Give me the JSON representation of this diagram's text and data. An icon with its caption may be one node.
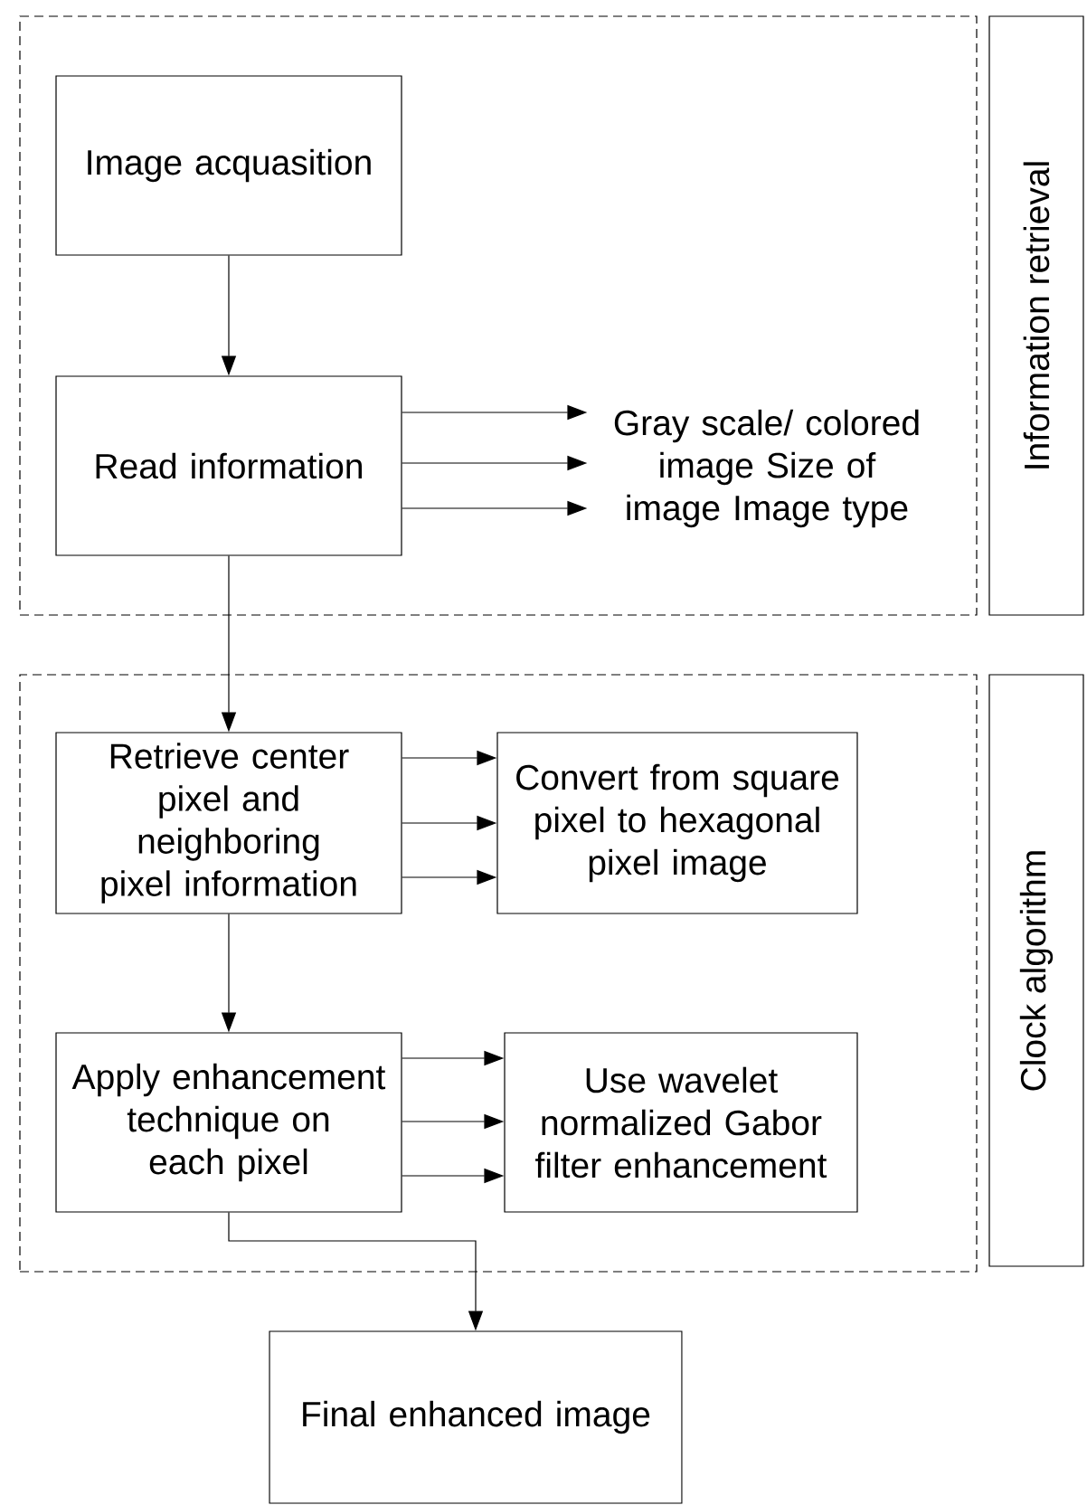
{
  "diagram": {
    "nodes": [
      {
        "text": [],
        "shape": "box"
      },
      {
        "text": [
          "Image acquasition"
        ],
        "in": 0
      },
      {
        "text": [
          "Read information"
        ],
        "in": 0
      },
      {
        "text": [
          "Gray scale/ colored image Size of image Image type"
        ],
        "in": 0
      },
      {
        "text": [
          "Information retrieval"
        ]
      },
      {
        "text": [],
        "shape": "box"
      },
      {
        "text": [
          "Retrieve center pixel and neighboring pixel information"
        ],
        "in": 5
      },
      {
        "text": [
          "Convert from square pixel  to hexagonal pixel image"
        ],
        "in": 5
      },
      {
        "text": [
          "Apply enhancement technique on each pixel"
        ],
        "in": 5
      },
      {
        "text": [
          "Use wavelet normalized Gabor filter enhancement"
        ],
        "in": 5
      },
      {
        "text": [
          "Clock algorithm"
        ]
      },
      {
        "text": [
          "Final enhanced image"
        ]
      }
    ],
    "edges": [
      {
        "from": 1,
        "to": 2,
        "arrow": "to"
      },
      {
        "from": 2,
        "to": 3,
        "arrow": "to"
      },
      {
        "from": 2,
        "to": 3,
        "arrow": "to"
      },
      {
        "from": 2,
        "to": 3,
        "arrow": "to"
      },
      {
        "from": 2,
        "to": 6,
        "arrow": "to"
      },
      {
        "from": 6,
        "to": 7,
        "arrow": "to"
      },
      {
        "from": 6,
        "to": 7,
        "arrow": "to"
      },
      {
        "from": 6,
        "to": 7,
        "arrow": "to"
      },
      {
        "from": 6,
        "to": 8,
        "arrow": "to"
      },
      {
        "from": 8,
        "to": 9,
        "arrow": "to"
      },
      {
        "from": 8,
        "to": 9,
        "arrow": "to"
      },
      {
        "from": 8,
        "to": 9,
        "arrow": "to"
      },
      {
        "from": 8,
        "to": 11,
        "arrow": "to"
      }
    ]
  }
}
